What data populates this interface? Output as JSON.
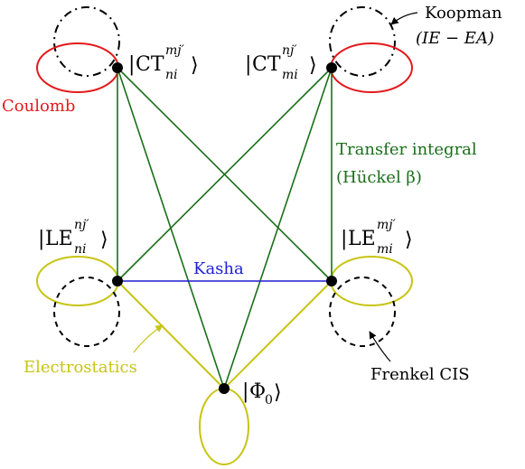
{
  "colors": {
    "coulomb": "#e41a1c",
    "transfer": "#1a6e1a",
    "kasha": "#1f1fd6",
    "electrostatics": "#c8c414",
    "koopman_frenkel": "#000000"
  },
  "states": {
    "ct_ni": {
      "bracket_open": "|",
      "base": "CT",
      "sup": "mj′",
      "sub": "ni",
      "bracket_close": "⟩"
    },
    "ct_mi": {
      "bracket_open": "|",
      "base": "CT",
      "sup": "nj′",
      "sub": "mi",
      "bracket_close": "⟩"
    },
    "le_ni": {
      "bracket_open": "|",
      "base": "LE",
      "sup": "nj′",
      "sub": "ni",
      "bracket_close": "⟩"
    },
    "le_mi": {
      "bracket_open": "|",
      "base": "LE",
      "sup": "mj′",
      "sub": "mi",
      "bracket_close": "⟩"
    },
    "phi0": {
      "bracket_open": "|",
      "base": "Φ",
      "sub": "0",
      "bracket_close": "⟩"
    }
  },
  "labels": {
    "coulomb": "Coulomb",
    "koopman_line1": "Koopman",
    "koopman_line2": "(IE − EA)",
    "transfer_line1": "Transfer integral",
    "transfer_line2": "(Hückel β)",
    "kasha": "Kasha",
    "electrostatics": "Electrostatics",
    "frenkel": "Frenkel CIS"
  }
}
